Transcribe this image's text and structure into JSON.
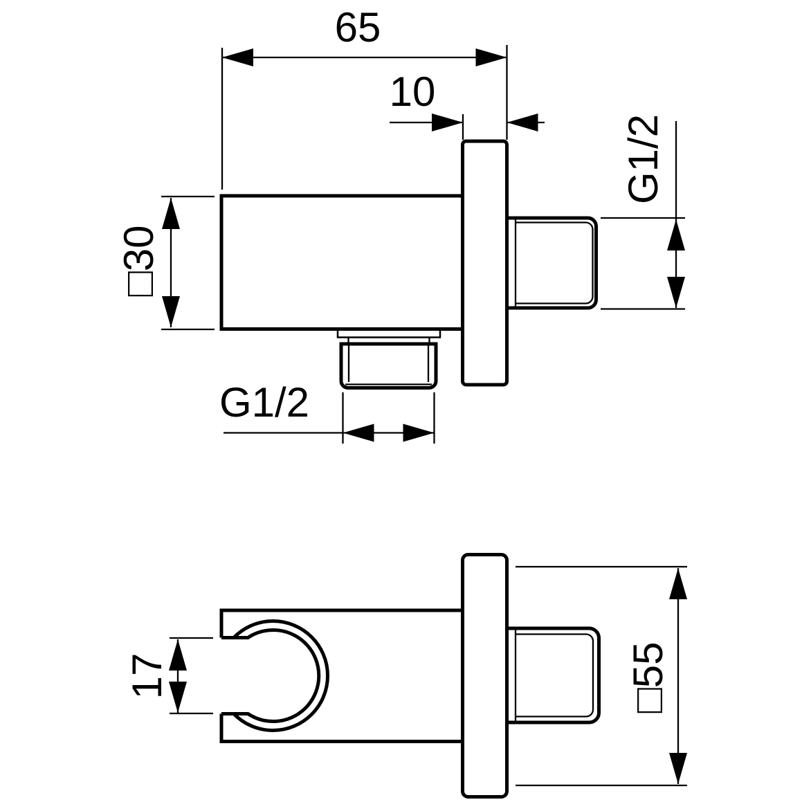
{
  "drawing": {
    "title": "wall-elbow-with-handset-holder-dimensional-drawing",
    "colors": {
      "line": "#000000",
      "background": "#ffffff"
    },
    "top_view": {
      "dim_depth_total": "65",
      "dim_plate_thickness": "10",
      "dim_body_square": "□30",
      "dim_thread_side": "G1/2",
      "dim_thread_bottom": "G1/2"
    },
    "bottom_view": {
      "dim_holder_gap": "17",
      "dim_plate_square": "□55"
    }
  }
}
